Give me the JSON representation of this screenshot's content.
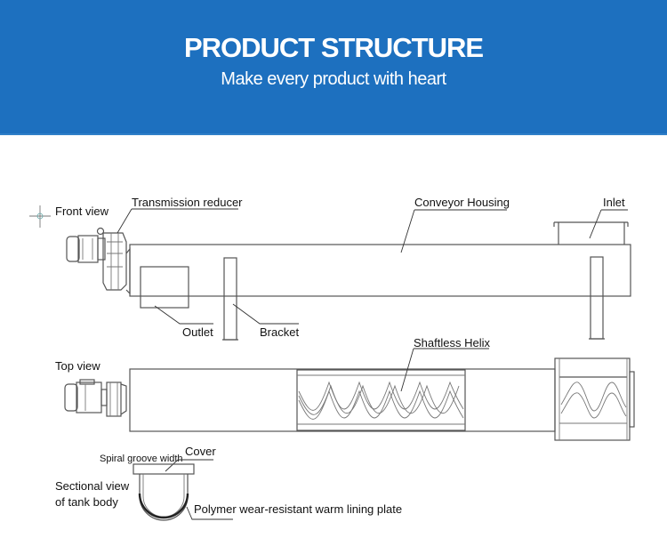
{
  "banner": {
    "title": "PRODUCT STRUCTURE",
    "subtitle": "Make every product with heart",
    "background_color": "#1d70bf",
    "text_color": "#ffffff"
  },
  "views": {
    "front": "Front view",
    "top": "Top view",
    "section_line1": "Sectional view",
    "section_line2": "of tank body"
  },
  "labels": {
    "transmission_reducer": "Transmission reducer",
    "conveyor_housing": "Conveyor Housing",
    "inlet": "Inlet",
    "outlet": "Outlet",
    "bracket": "Bracket",
    "shaftless_helix": "Shaftless Helix",
    "spiral_groove_width": "Spiral groove width",
    "cover": "Cover",
    "lining_plate": "Polymer wear-resistant warm lining plate"
  }
}
